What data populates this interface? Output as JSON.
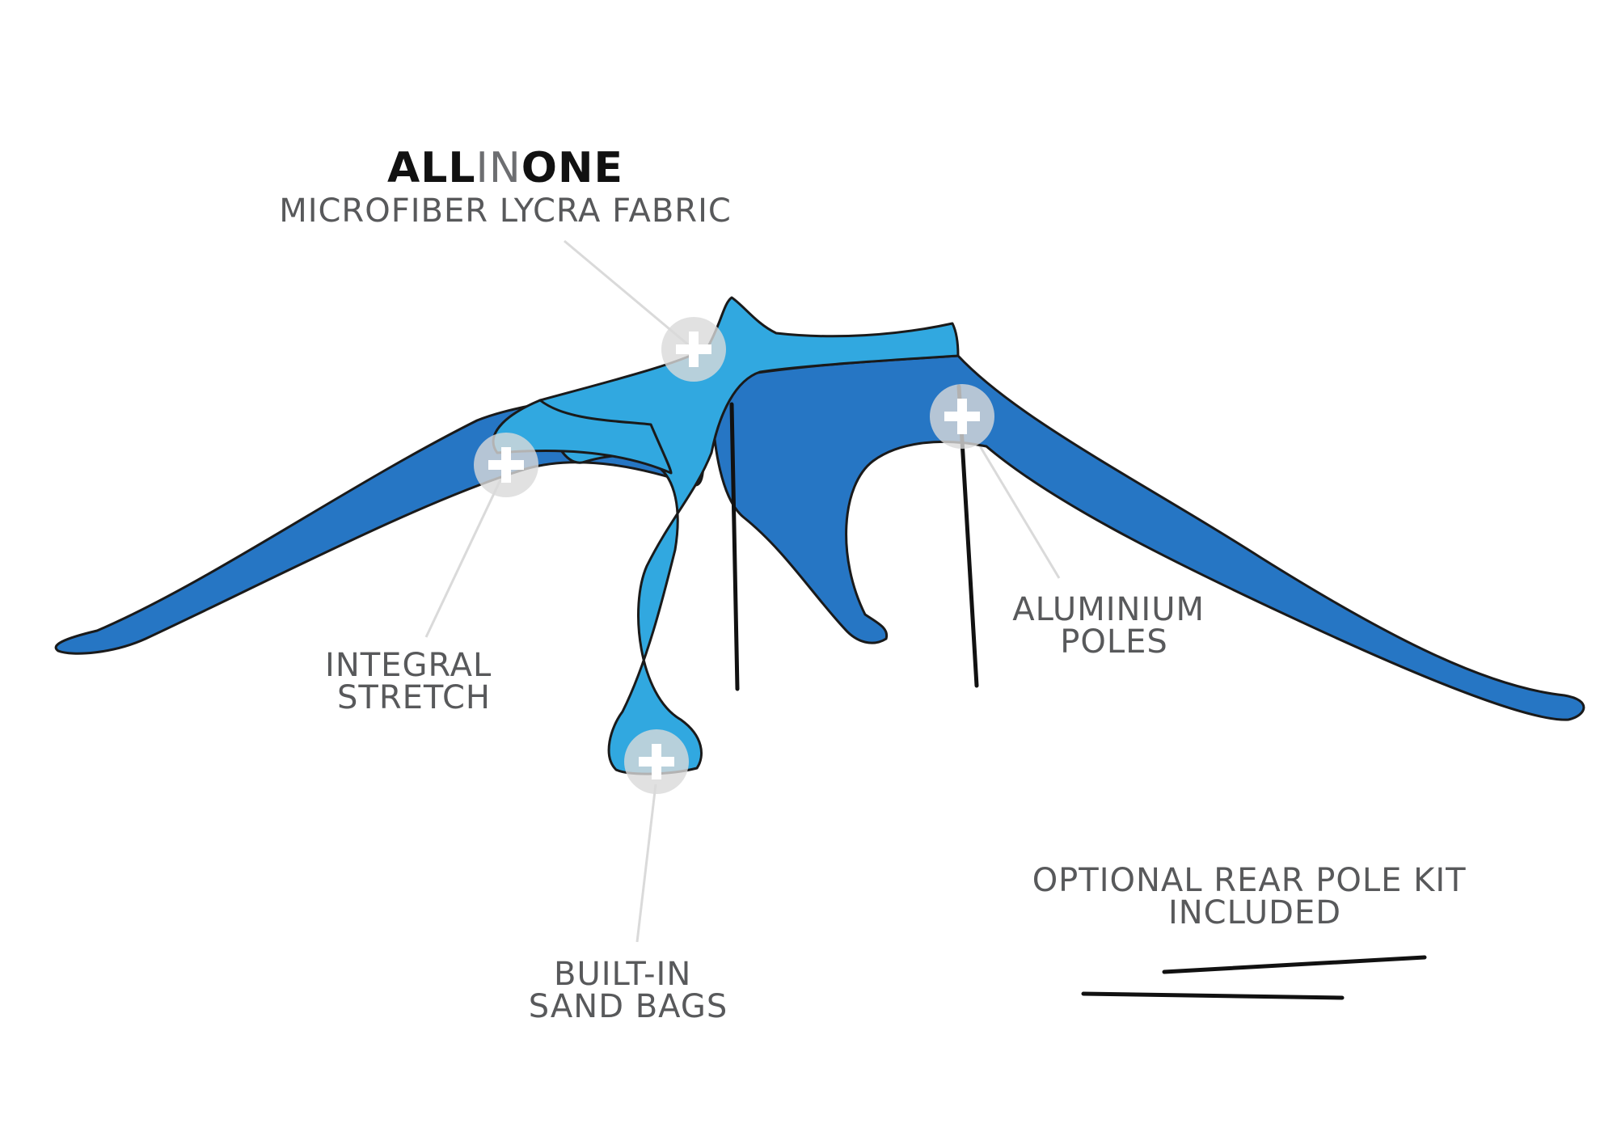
{
  "brand": {
    "part1": "ALL",
    "part2": "IN",
    "part3": "ONE"
  },
  "callouts": {
    "fabric": [
      "MICROFIBER LYCRA FABRIC"
    ],
    "stretch": [
      "INTEGRAL",
      "STRETCH"
    ],
    "poles": [
      "ALUMINIUM",
      "POLES"
    ],
    "sandbags": [
      "BUILT-IN",
      "SAND BAGS"
    ],
    "rear_kit": [
      "OPTIONAL REAR POLE KIT",
      "INCLUDED"
    ]
  },
  "colors": {
    "canopy_light": "#31a8e0",
    "canopy_dark": "#2676c4",
    "text": "#58595b",
    "pole": "#111111"
  },
  "icons": {
    "hotspot": "plus-icon"
  }
}
